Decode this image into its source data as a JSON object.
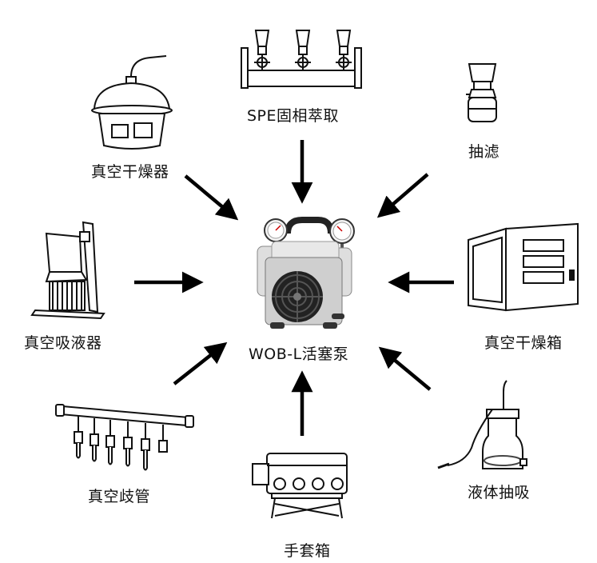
{
  "center": {
    "label": "WOB-L活塞泵",
    "icon": "piston-pump-icon"
  },
  "nodes": [
    {
      "id": "spe",
      "label": "SPE固相萃取",
      "icon": "spe-manifold-icon"
    },
    {
      "id": "filtration",
      "label": "抽滤",
      "icon": "filtration-flask-icon"
    },
    {
      "id": "vacuum-oven",
      "label": "真空干燥箱",
      "icon": "vacuum-oven-icon"
    },
    {
      "id": "liquid-suction",
      "label": "液体抽吸",
      "icon": "suction-bottle-icon"
    },
    {
      "id": "glovebox",
      "label": "手套箱",
      "icon": "glovebox-icon"
    },
    {
      "id": "manifold",
      "label": "真空歧管",
      "icon": "vacuum-manifold-icon"
    },
    {
      "id": "aspirator",
      "label": "真空吸液器",
      "icon": "aspirator-icon"
    },
    {
      "id": "desiccator",
      "label": "真空干燥器",
      "icon": "desiccator-icon"
    }
  ],
  "arrow_color": "#000000"
}
